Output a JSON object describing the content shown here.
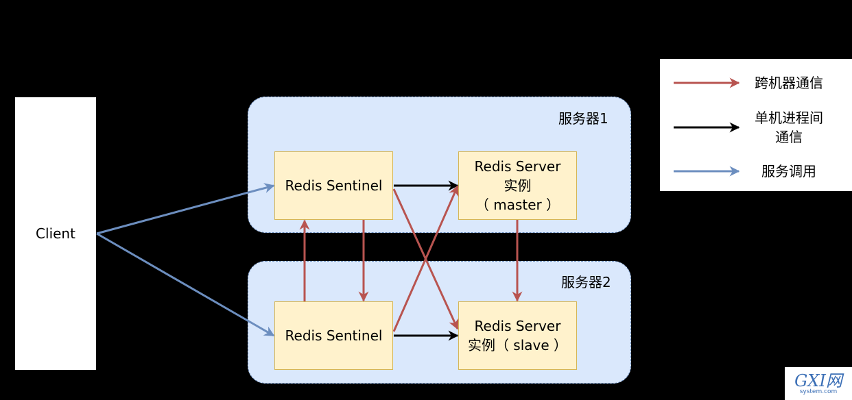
{
  "client": {
    "label": "Client"
  },
  "servers": [
    {
      "label": "服务器1"
    },
    {
      "label": "服务器2"
    }
  ],
  "nodes": {
    "sentinel_1": {
      "line1": "Redis Sentinel"
    },
    "sentinel_2": {
      "line1": "Redis Sentinel"
    },
    "server_master": {
      "line1": "Redis Server",
      "line2": "实例",
      "line3": "（ master ）"
    },
    "server_slave": {
      "line1": "Redis Server",
      "line2": "实例（ slave ）"
    }
  },
  "legend": {
    "items": [
      {
        "label": "跨机器通信",
        "color": "#b85450"
      },
      {
        "label_line1": "单机进程间",
        "label_line2": "通信",
        "color": "#000000"
      },
      {
        "label": "服务调用",
        "color": "#6c8ebf"
      }
    ]
  },
  "watermark": {
    "logo": "GXI网",
    "sub": "system.com"
  },
  "colors": {
    "background": "#000000",
    "server_fill": "#dae8fc",
    "node_fill": "#fff2cc",
    "cross_machine": "#b85450",
    "local_ipc": "#000000",
    "service_call": "#6c8ebf"
  }
}
